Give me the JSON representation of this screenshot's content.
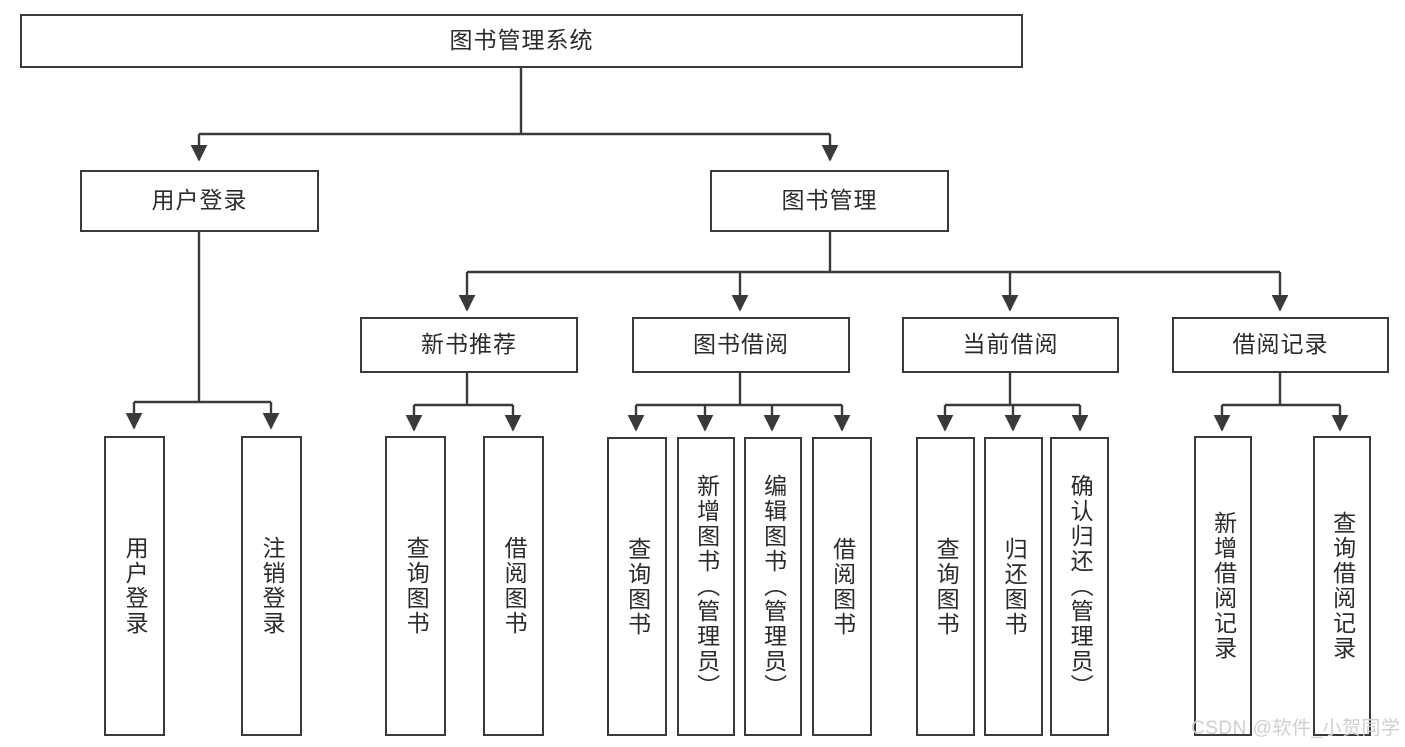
{
  "diagram": {
    "type": "tree-hierarchy",
    "title": "图书管理系统",
    "watermark": "CSDN @软件_小贺同学",
    "colors": {
      "box_border": "#3a3a3a",
      "box_fill": "#ffffff",
      "connector": "#3a3a3a",
      "text": "#2b2b2b",
      "watermark": "#cfcfcf"
    },
    "levels": {
      "root": {
        "label": "图书管理系统"
      },
      "level2": [
        {
          "label": "用户登录"
        },
        {
          "label": "图书管理"
        }
      ],
      "level3": [
        {
          "label": "新书推荐"
        },
        {
          "label": "图书借阅"
        },
        {
          "label": "当前借阅"
        },
        {
          "label": "借阅记录"
        }
      ],
      "leaves": {
        "user_login": [
          {
            "label": "用户登录"
          },
          {
            "label": "注销登录"
          }
        ],
        "new_book_recommend": [
          {
            "label": "查询图书"
          },
          {
            "label": "借阅图书"
          }
        ],
        "book_borrow": [
          {
            "label": "查询图书"
          },
          {
            "label": "新增图书（管理员）"
          },
          {
            "label": "编辑图书（管理员）"
          },
          {
            "label": "借阅图书"
          }
        ],
        "current_borrow": [
          {
            "label": "查询图书"
          },
          {
            "label": "归还图书"
          },
          {
            "label": "确认归还（管理员）"
          }
        ],
        "borrow_record": [
          {
            "label": "新增借阅记录"
          },
          {
            "label": "查询借阅记录"
          }
        ]
      }
    }
  }
}
